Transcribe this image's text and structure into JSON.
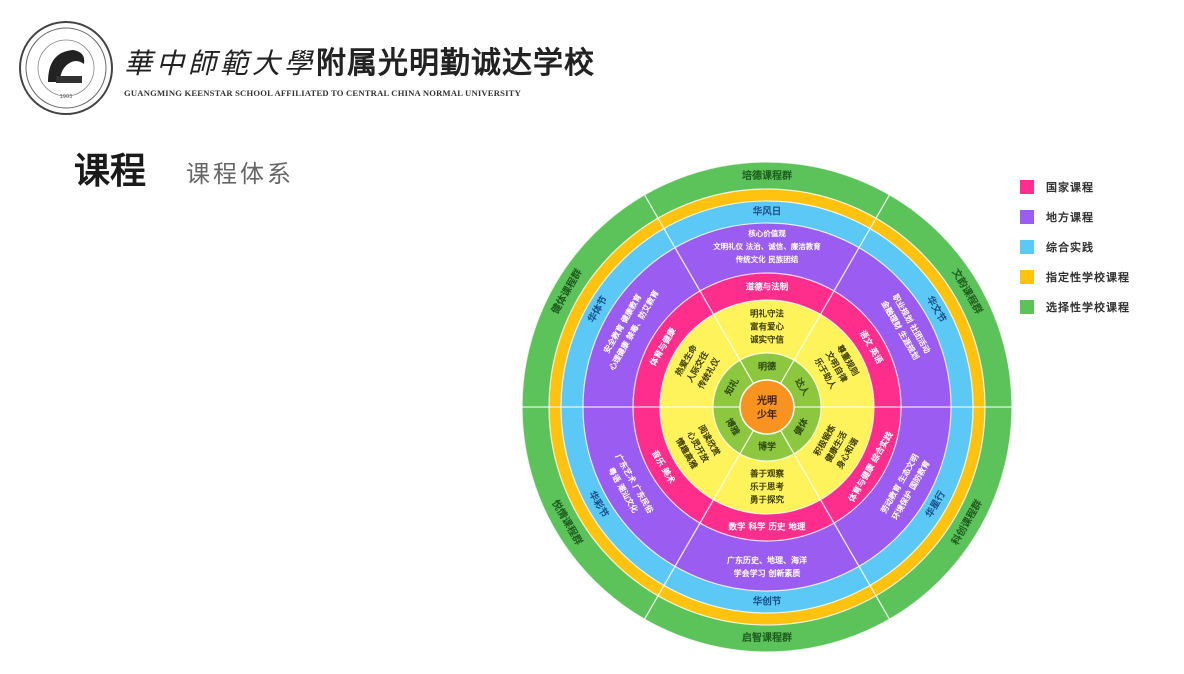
{
  "header": {
    "school_cn_cursive": "華中師範大學",
    "school_cn_main": "附属光明勤诚达学校",
    "school_en": "GUANGMING KEENSTAR SCHOOL AFFILIATED TO CENTRAL CHINA NORMAL UNIVERSITY",
    "logo_icon": "school-seal-icon"
  },
  "page": {
    "title": "课程",
    "subtitle": "课程体系"
  },
  "legend": [
    {
      "label": "国家课程",
      "color": "#ff2d8c"
    },
    {
      "label": "地方课程",
      "color": "#9b5cf2"
    },
    {
      "label": "综合实践",
      "color": "#5bc8f5"
    },
    {
      "label": "指定性学校课程",
      "color": "#ffc20e"
    },
    {
      "label": "选择性学校课程",
      "color": "#5cc35a"
    }
  ],
  "diagram": {
    "center": {
      "line1": "光明",
      "line2": "少年",
      "color": "#f7931e"
    },
    "virtues": [
      "明德",
      "达人",
      "健体",
      "博学",
      "博雅",
      "知礼"
    ],
    "virtue_color": "#8dc63f",
    "yellow_color": "#fff35c",
    "yellow_texts": [
      [
        "明礼守法",
        "富有爱心",
        "诚实守信"
      ],
      [
        "尊重规则",
        "文明自律",
        "乐于助人"
      ],
      [
        "积极锻炼",
        "健康生活",
        "身心和谐"
      ],
      [
        "善于观察",
        "乐于思考",
        "勇于探究"
      ],
      [
        "阅读欣赏",
        "心灵开放",
        "情趣高雅"
      ],
      [
        "热爱生命",
        "人际交往",
        "传统礼仪"
      ]
    ],
    "national_courses": [
      "道德与法制",
      "语文 英语",
      "体育与健康 综合实践",
      "数学 科学 历史 地理",
      "音乐 美术",
      "体育与健康"
    ],
    "local_courses": [
      [
        "核心价值观",
        "文明礼仪 法治、诚信、廉洁教育",
        "传统文化 民族团结"
      ],
      [
        "职业规划 社团活动",
        "金融理财 生涯规划"
      ],
      [
        "劳动教育 生态文明",
        "环境保护 国防教育"
      ],
      [
        "广东历史、地理、海洋",
        "学会学习 创新素质"
      ],
      [
        "广东艺术 广东民俗",
        "粤语 潮汕文化"
      ],
      [
        "安全教育 健康教育",
        "心理健康 禁毒、防艾教育"
      ]
    ],
    "practice_festivals": [
      "华风日",
      "华文节",
      "华星行",
      "华创节",
      "华彩节",
      "华体节"
    ],
    "elective_groups": [
      "培德课程群",
      "文韵课程群",
      "科创课程群",
      "启智课程群",
      "悦情课程群",
      "健体课程群"
    ],
    "colors": {
      "elective": "#5cc35a",
      "designated": "#ffc20e",
      "practice": "#5bc8f5",
      "local": "#9b5cf2",
      "national": "#ff2d8c"
    }
  }
}
